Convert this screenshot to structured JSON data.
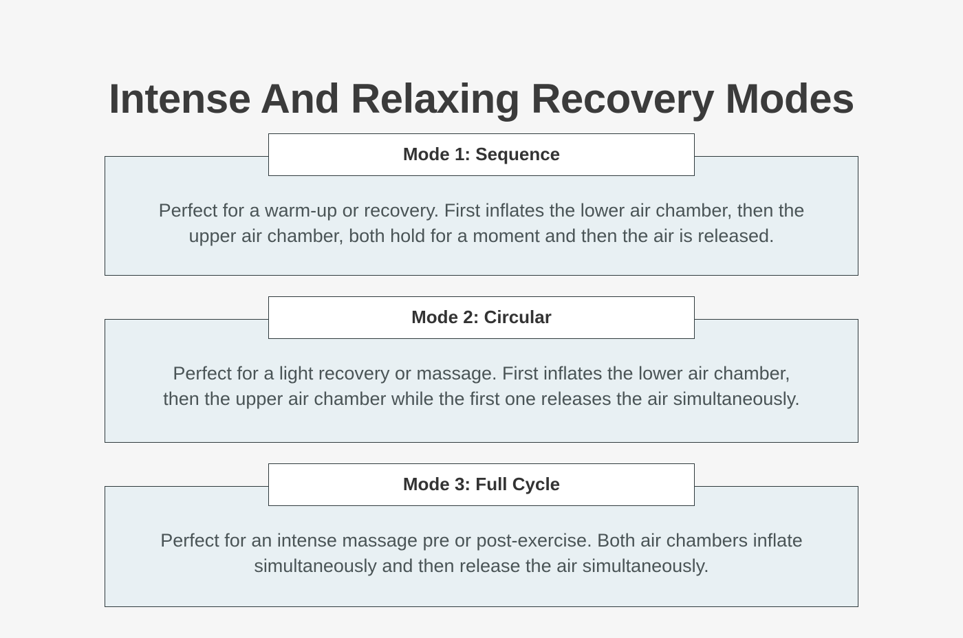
{
  "page": {
    "title": "Intense And Relaxing Recovery Modes",
    "background_color": "#f6f6f6",
    "title_color": "#3b3b3b",
    "panel_fill_color": "#e8f0f3",
    "panel_border_color": "#2f3a3d",
    "header_fill_color": "#ffffff",
    "body_text_color": "#4a5456",
    "header_text_color": "#333333"
  },
  "modes": [
    {
      "header": "Mode 1: Sequence",
      "body": "Perfect for a warm-up or recovery. First inflates the lower air chamber, then the upper air chamber, both hold for a moment and then the air is released."
    },
    {
      "header": "Mode 2: Circular",
      "body": "Perfect for a light recovery or massage. First inflates the lower air chamber, then the upper air chamber while the first one releases the air simultaneously."
    },
    {
      "header": "Mode 3: Full Cycle",
      "body": "Perfect for an intense massage pre or post-exercise. Both air chambers inflate simultaneously and then release the air simultaneously."
    }
  ]
}
